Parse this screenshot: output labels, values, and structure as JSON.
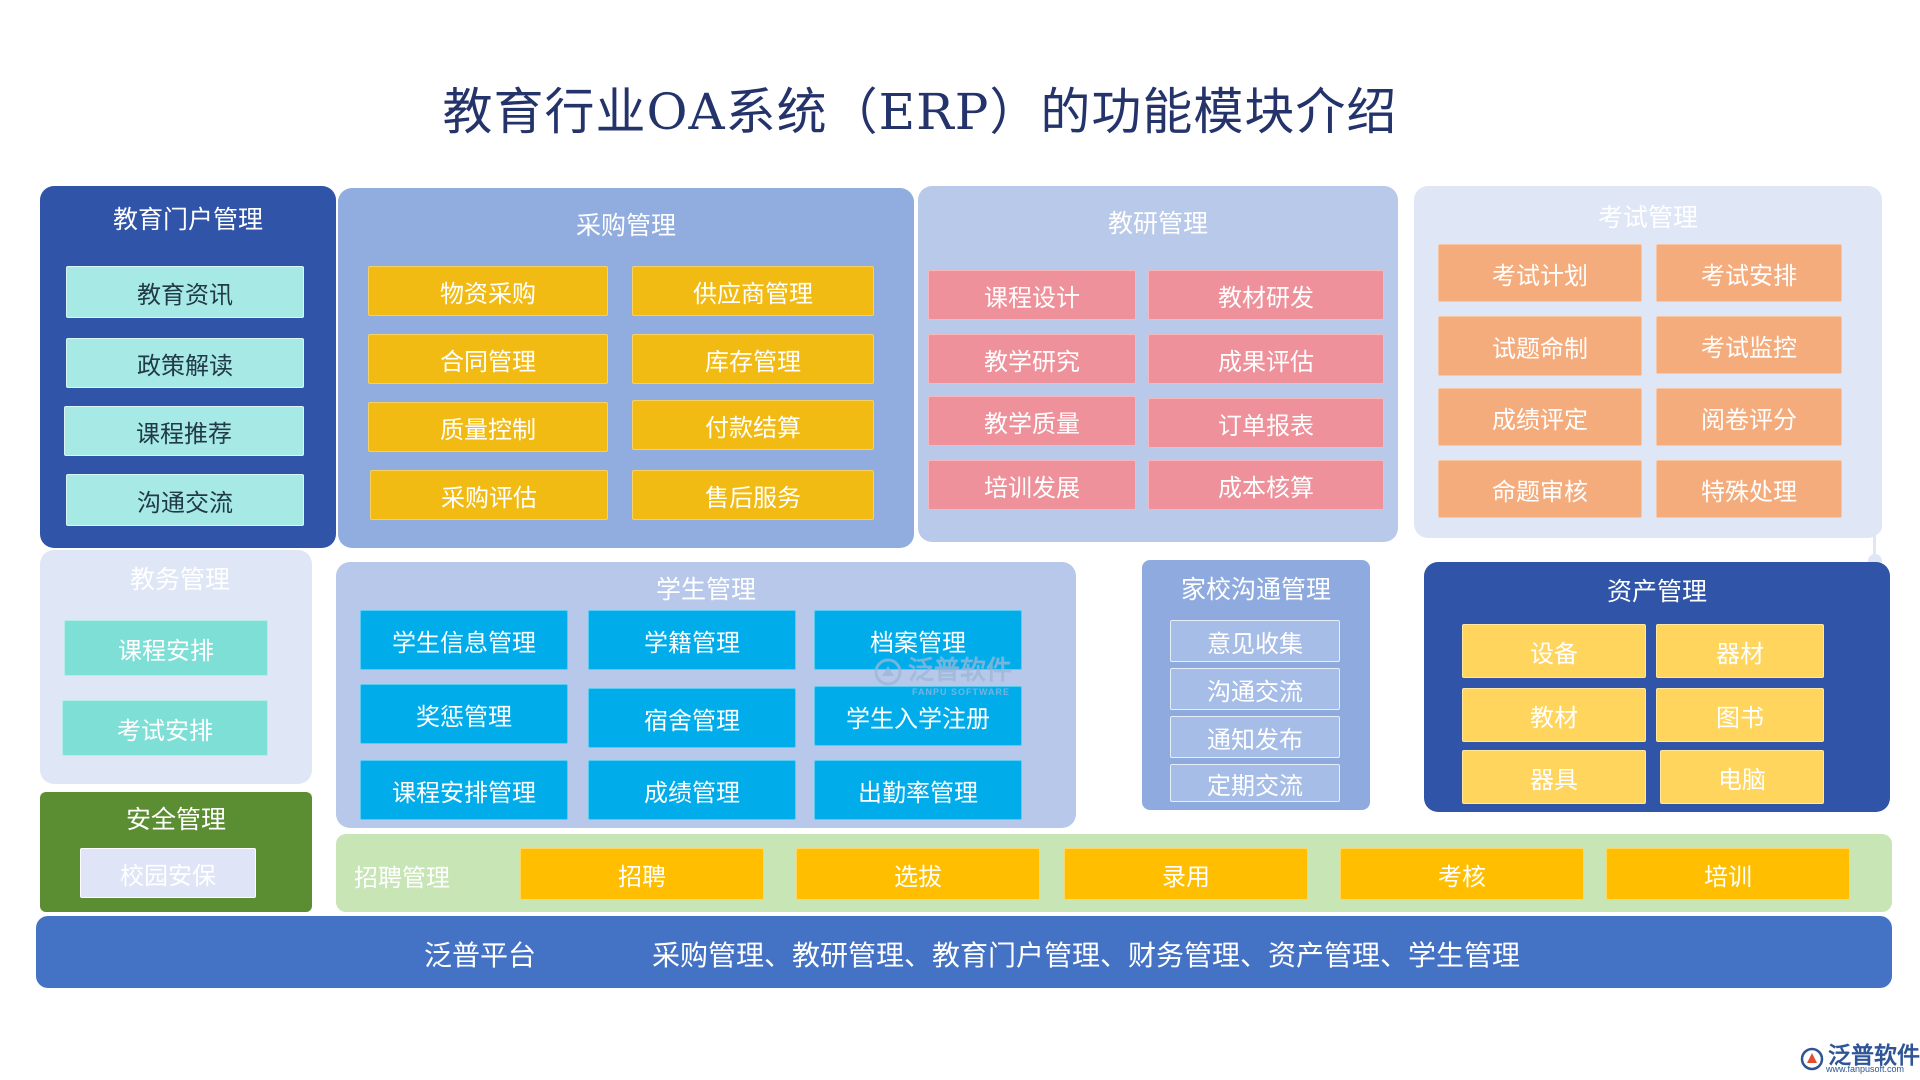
{
  "title": "教育行业OA系统（ERP）的功能模块介绍",
  "portal": {
    "title": "教育门户管理",
    "items": [
      "教育资讯",
      "政策解读",
      "课程推荐",
      "沟通交流"
    ]
  },
  "purchase": {
    "title": "采购管理",
    "items": [
      "物资采购",
      "供应商管理",
      "合同管理",
      "库存管理",
      "质量控制",
      "付款结算",
      "采购评估",
      "售后服务"
    ]
  },
  "research": {
    "title": "教研管理",
    "items": [
      "课程设计",
      "教材研发",
      "教学研究",
      "成果评估",
      "教学质量",
      "订单报表",
      "培训发展",
      "成本核算"
    ]
  },
  "exam": {
    "title": "考试管理",
    "items": [
      "考试计划",
      "考试安排",
      "试题命制",
      "考试监控",
      "成绩评定",
      "阅卷评分",
      "命题审核",
      "特殊处理"
    ]
  },
  "affairs": {
    "title": "教务管理",
    "items": [
      "课程安排",
      "考试安排"
    ]
  },
  "security": {
    "title": "安全管理",
    "items": [
      "校园安保"
    ]
  },
  "student": {
    "title": "学生管理",
    "items": [
      "学生信息管理",
      "学籍管理",
      "档案管理",
      "奖惩管理",
      "宿舍管理",
      "学生入学注册",
      "课程安排管理",
      "成绩管理",
      "出勤率管理"
    ]
  },
  "homeschool": {
    "title": "家校沟通管理",
    "items": [
      "意见收集",
      "沟通交流",
      "通知发布",
      "定期交流"
    ]
  },
  "asset": {
    "title": "资产管理",
    "items": [
      "设备",
      "器材",
      "教材",
      "图书",
      "器具",
      "电脑"
    ]
  },
  "recruit": {
    "title": "招聘管理",
    "items": [
      "招聘",
      "选拔",
      "录用",
      "考核",
      "培训"
    ]
  },
  "platform": {
    "name": "泛普平台",
    "modules": "采购管理、教研管理、教育门户管理、财务管理、资产管理、学生管理"
  },
  "watermark": {
    "text": "泛普软件",
    "sub": "FANPU SOFTWARE"
  },
  "logo": {
    "text": "泛普软件",
    "url": "www.fanpusoft.com"
  }
}
